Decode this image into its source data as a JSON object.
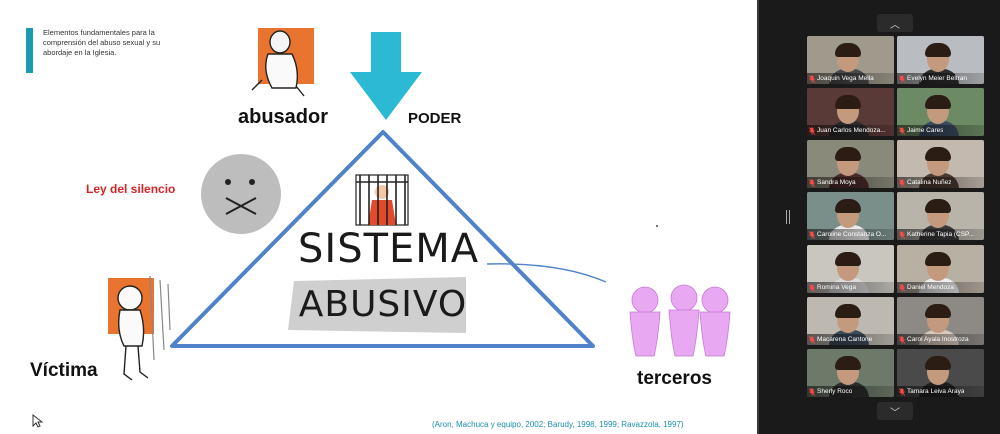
{
  "slide": {
    "header_text": "Elementos fundamentales para la comprensión del abuso sexual y su abordaje en la Iglesia.",
    "label_abusador": "abusador",
    "label_poder": "PODER",
    "label_ley": "Ley del silencio",
    "label_victima": "Víctima",
    "label_terceros": "terceros",
    "center_line1": "SISTEMA",
    "center_line2": "ABUSIVO",
    "citation": "(Aron, Machuca y equipo, 2002; Barudy, 1998, 1999; Ravazzola, 1997)",
    "colors": {
      "triangle": "#4f82c9",
      "arrow": "#2bb9d4",
      "red_label": "#d62424",
      "cite": "#1b8fb0"
    }
  },
  "participants": [
    {
      "name": "Joaquin Vega Mella",
      "bg": "#a09a8c",
      "shirt": "#4a4a4a"
    },
    {
      "name": "Evelyn Meier Beltran",
      "bg": "#b9bcc0",
      "shirt": "#2d2d2d"
    },
    {
      "name": "Juan Carlos Mendoza...",
      "bg": "#5a3a36",
      "shirt": "#2a2a2a"
    },
    {
      "name": "Jaime Cares",
      "bg": "#6c8a63",
      "shirt": "#3a4a60"
    },
    {
      "name": "Sandra Moya",
      "bg": "#8a8a7a",
      "shirt": "#4a2b2b"
    },
    {
      "name": "Catalina Nuñez",
      "bg": "#c4b9ae",
      "shirt": "#4a3a30"
    },
    {
      "name": "Caroline Constanza O...",
      "bg": "#7a8f8a",
      "shirt": "#eaeaea"
    },
    {
      "name": "Katherine Tapia (CSP...",
      "bg": "#b8b4aa",
      "shirt": "#3b3b3b"
    },
    {
      "name": "Romina Vega",
      "bg": "#c9c6bf",
      "shirt": "#dadada"
    },
    {
      "name": "Daniel Mendoza",
      "bg": "#b9b0a4",
      "shirt": "#eeeeee"
    },
    {
      "name": "Macarena Cantone",
      "bg": "#bdb8b0",
      "shirt": "#3d4c5c"
    },
    {
      "name": "Carol Ayala Inostroza",
      "bg": "#8d8a86",
      "shirt": "#d7c9bb"
    },
    {
      "name": "Sherly Roco",
      "bg": "#6d7a6a",
      "shirt": "#2c2c2c"
    },
    {
      "name": "Tamara Leiva Araya",
      "bg": "#4a4a4a",
      "shirt": "#1f1f1f"
    }
  ],
  "gallery": {
    "scroll_up_icon": "chevron-up-icon",
    "scroll_down_icon": "chevron-down-icon",
    "scroll_up_glyph": "︿",
    "scroll_down_glyph": "﹀"
  }
}
